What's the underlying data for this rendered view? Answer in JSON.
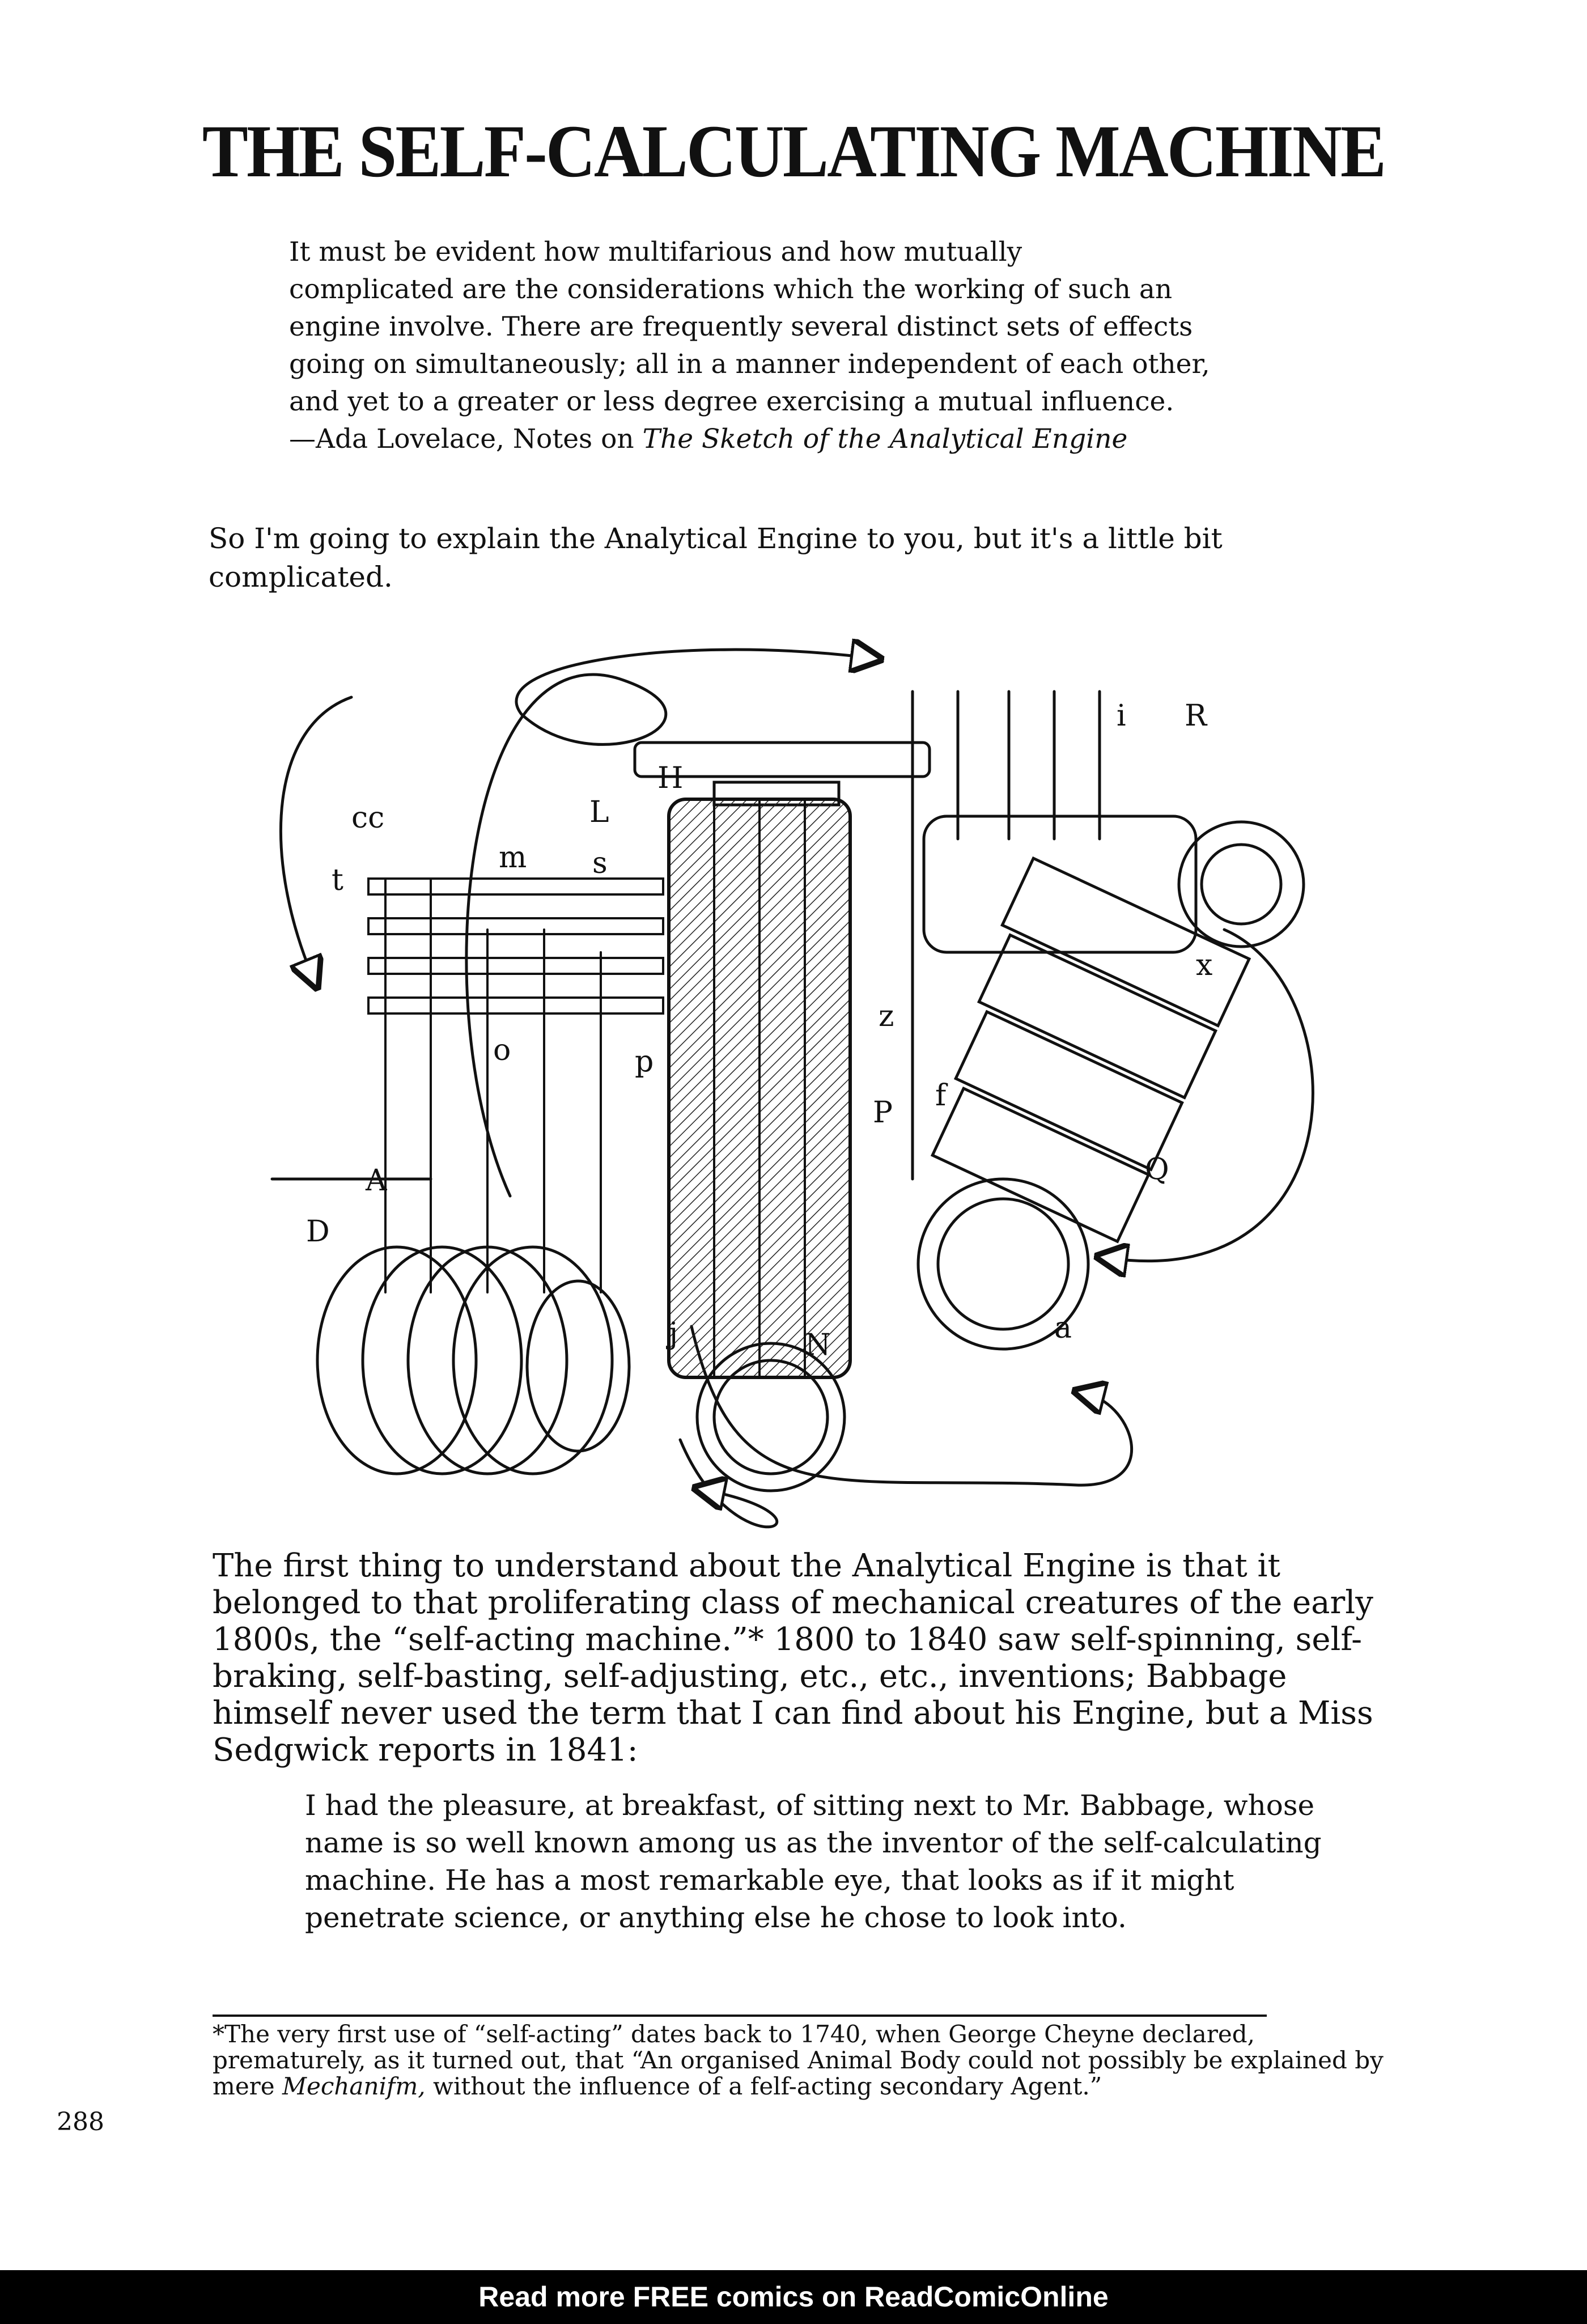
{
  "page": {
    "title": "THE SELF-CALCULATING MACHINE",
    "epigraph": {
      "lines": [
        "It must be evident how multifarious and how mutually",
        "complicated are the considerations which the working of such an",
        "engine involve. There are frequently several distinct sets of effects",
        "going on simultaneously; all in a manner independent of each other,",
        "and yet to a greater or less degree exercising a mutual influence."
      ],
      "attribution_prefix": "—Ada Lovelace, Notes on ",
      "attribution_work": "The Sketch of the Analytical Engine"
    },
    "intro": "So I'm going to explain the Analytical Engine to you, but it's a little bit complicated.",
    "illustration": {
      "labels": [
        "i",
        "R",
        "H",
        "L",
        "cc",
        "m",
        "s",
        "t",
        "z",
        "x",
        "o",
        "p",
        "P",
        "f",
        "A",
        "Q",
        "D",
        "j",
        "N",
        "a"
      ]
    },
    "body_paragraph": "The first thing to understand about the Analytical Engine is that it belonged to that proliferating class of mechanical creatures of the early 1800s, the “self-acting machine.”* 1800 to 1840 saw self-spinning, self-braking, self-basting, self-adjusting, etc., etc., inventions; Babbage himself never used the term that I can find about his Engine, but a Miss Sedgwick reports in 1841:",
    "quote": "I had the pleasure, at breakfast, of sitting next to Mr. Babbage, whose name is so well known among us as the inventor of the self-calculating machine. He has a most remarkable eye, that looks as if it might penetrate science, or anything else he chose to look into.",
    "footnote_prefix": "*The very first use of “self-acting” dates back to 1740, when George Cheyne declared, prematurely, as it turned out, that “An organised Animal Body could not possibly be explained by mere ",
    "footnote_italic": "Mechanifm,",
    "footnote_suffix": " without the influence of a felf-acting secondary Agent.”",
    "page_number": "288",
    "banner": "Read more FREE comics on ReadComicOnline"
  }
}
